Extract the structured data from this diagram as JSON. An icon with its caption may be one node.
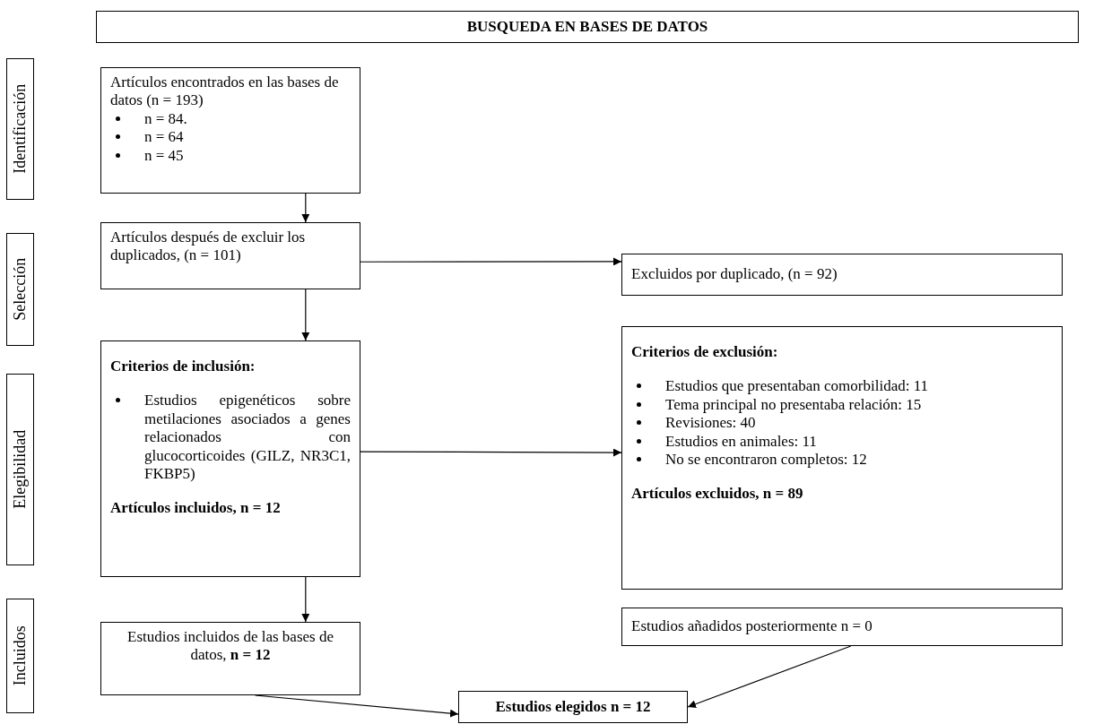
{
  "diagram": {
    "nodes": [
      {
        "text": [
          "BUSQUEDA EN BASES DE DATOS"
        ]
      },
      {
        "text": [
          "Identificación"
        ]
      },
      {
        "text": [
          "Artículos encontrados en las bases de datos (n = 193)",
          "n = 84.",
          "n = 64",
          "n = 45"
        ]
      },
      {
        "text": [
          "Selección"
        ]
      },
      {
        "text": [
          "Artículos después de excluir los duplicados, (n = 101)"
        ]
      },
      {
        "text": [
          "Excluidos por duplicado, (n = 92)"
        ]
      },
      {
        "text": [
          "Elegibilidad"
        ]
      },
      {
        "text": [
          "Criterios de inclusión:",
          "Estudios epigenéticos sobre metilaciones asociados a genes relacionados con glucocorticoides (GILZ, NR3C1, FKBP5)",
          "Artículos incluidos, n = 12"
        ]
      },
      {
        "text": [
          "Criterios de exclusión:",
          "Estudios que presentaban comorbilidad: 11",
          "Tema principal no presentaba relación: 15",
          "Revisiones: 40",
          "Estudios en animales: 11",
          "No se encontraron completos: 12",
          "Artículos excluidos, n = 89"
        ]
      },
      {
        "text": [
          "Incluidos"
        ]
      },
      {
        "text": [
          "Estudios incluidos de las bases de datos, **n = 12**"
        ]
      },
      {
        "text": [
          "Estudios añadidos posteriormente n = 0"
        ]
      },
      {
        "text": [
          "Estudios elegidos n = 12"
        ]
      }
    ],
    "edges": [
      {
        "from": 2,
        "to": 4,
        "arrow": "to"
      },
      {
        "from": 4,
        "to": 7,
        "arrow": "to"
      },
      {
        "from": 4,
        "to": 5,
        "arrow": "to"
      },
      {
        "from": 7,
        "to": 8,
        "arrow": "to"
      },
      {
        "from": 7,
        "to": 10,
        "arrow": "to"
      },
      {
        "from": 10,
        "to": 12,
        "arrow": "to"
      },
      {
        "from": 11,
        "to": 12,
        "arrow": "to"
      }
    ]
  }
}
